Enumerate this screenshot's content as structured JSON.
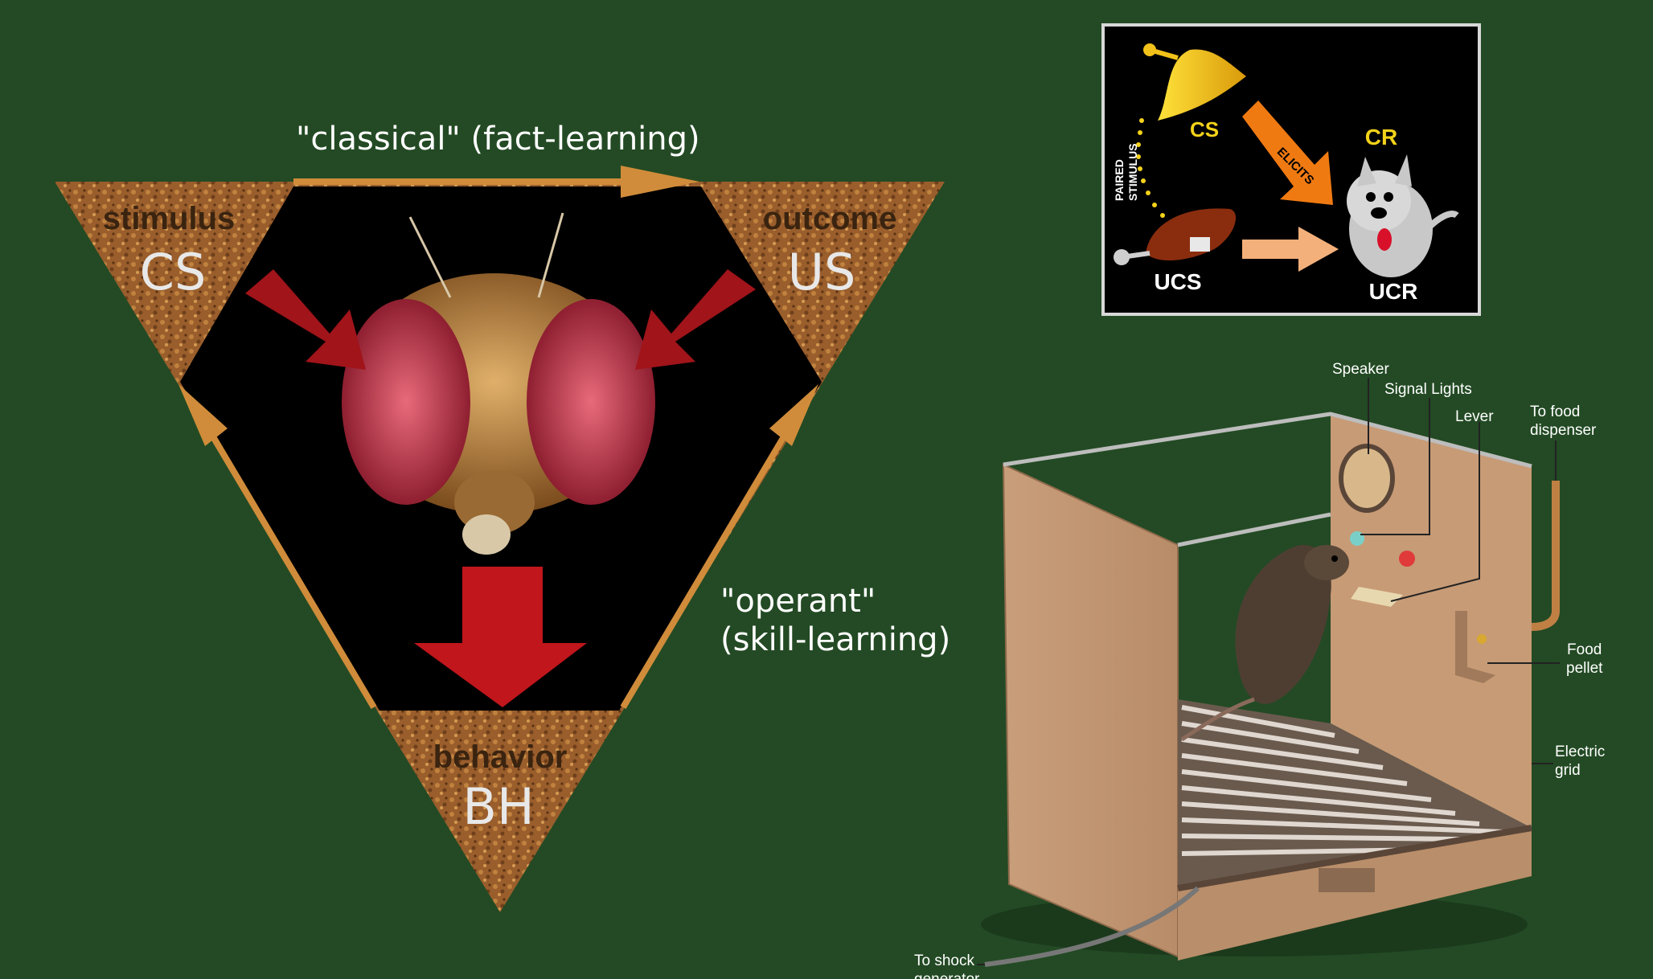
{
  "triangle": {
    "classical_label": "\"classical\" (fact-learning)",
    "operant_line1": "\"operant\"",
    "operant_line2": "(skill-learning)",
    "corners": [
      {
        "word": "stimulus",
        "abbr": "CS"
      },
      {
        "word": "outcome",
        "abbr": "US"
      },
      {
        "word": "behavior",
        "abbr": "BH"
      }
    ]
  },
  "pavlov": {
    "cs": "CS",
    "cr": "CR",
    "ucs": "UCS",
    "ucr": "UCR",
    "paired_line1": "PAIRED",
    "paired_line2": "STIMULUS",
    "elicits": "ELICITS"
  },
  "skinner_box": {
    "labels": {
      "speaker": "Speaker",
      "signal_lights": "Signal Lights",
      "lever": "Lever",
      "food_dispenser_1": "To food",
      "food_dispenser_2": "dispenser",
      "food_pellet_1": "Food",
      "food_pellet_2": "pellet",
      "electric_grid_1": "Electric",
      "electric_grid_2": "grid",
      "shock_1": "To shock",
      "shock_2": "generator"
    }
  },
  "colors": {
    "background": "#234a24",
    "arrow": "#d08c3a",
    "red_arrow": "#a0141a",
    "bell": "#f3c21a",
    "orange_arrow": "#f07a12"
  }
}
